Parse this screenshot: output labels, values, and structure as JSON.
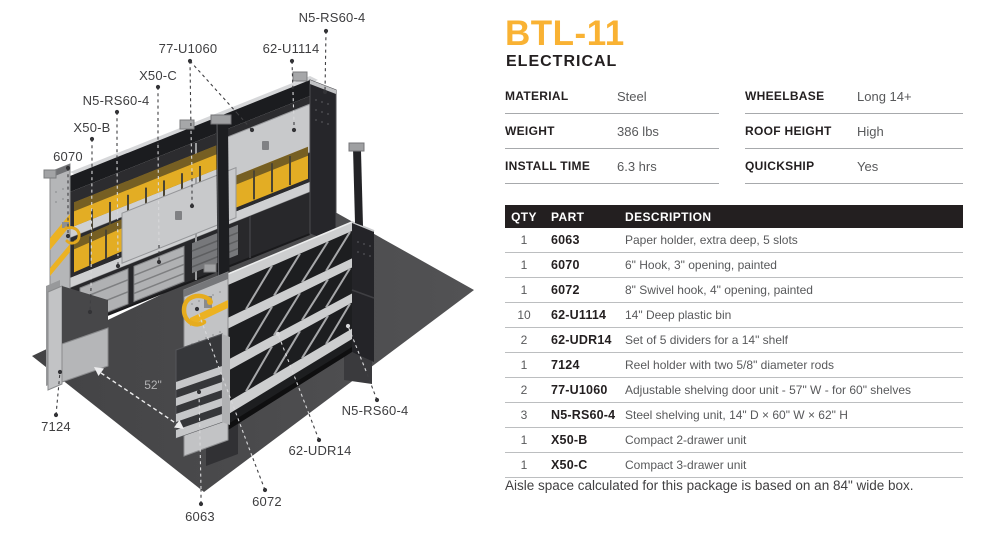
{
  "product": {
    "code": "BTL-11",
    "category": "ELECTRICAL"
  },
  "specs": [
    {
      "label": "MATERIAL",
      "value": "Steel"
    },
    {
      "label": "WHEELBASE",
      "value": "Long 14+"
    },
    {
      "label": "WEIGHT",
      "value": "386 lbs"
    },
    {
      "label": "ROOF HEIGHT",
      "value": "High"
    },
    {
      "label": "INSTALL TIME",
      "value": "6.3 hrs"
    },
    {
      "label": "QUICKSHIP",
      "value": "Yes"
    }
  ],
  "parts_table": {
    "headers": {
      "qty": "QTY",
      "part": "PART",
      "description": "DESCRIPTION"
    },
    "rows": [
      {
        "qty": "1",
        "part": "6063",
        "description": "Paper holder, extra deep, 5 slots"
      },
      {
        "qty": "1",
        "part": "6070",
        "description": "6\" Hook, 3\" opening, painted"
      },
      {
        "qty": "1",
        "part": "6072",
        "description": "8\" Swivel hook, 4\" opening, painted"
      },
      {
        "qty": "10",
        "part": "62-U1114",
        "description": "14\" Deep plastic bin"
      },
      {
        "qty": "2",
        "part": "62-UDR14",
        "description": "Set of 5 dividers for a 14\" shelf"
      },
      {
        "qty": "1",
        "part": "7124",
        "description": "Reel holder with two 5/8\" diameter rods"
      },
      {
        "qty": "2",
        "part": "77-U1060",
        "description": "Adjustable shelving door unit - 57\" W - for 60\" shelves"
      },
      {
        "qty": "3",
        "part": "N5-RS60-4",
        "description": "Steel shelving unit, 14\" D × 60\" W × 62\" H"
      },
      {
        "qty": "1",
        "part": "X50-B",
        "description": "Compact 2-drawer unit"
      },
      {
        "qty": "1",
        "part": "X50-C",
        "description": "Compact 3-drawer unit"
      }
    ]
  },
  "footnote": "Aisle space calculated for this package is based on an 84\" wide box.",
  "diagram": {
    "labels": [
      "N5-RS60-4",
      "62-U1114",
      "77-U1060",
      "X50-C",
      "N5-RS60-4",
      "X50-B",
      "6070",
      "7124",
      "N5-RS60-4",
      "62-UDR14",
      "6072",
      "6063"
    ],
    "dimension": "52\"",
    "colors": {
      "accent": "#F9B233",
      "bin_yellow": "#E3AD24",
      "mat_gray": "#4A4A4C",
      "ink": "#231F20",
      "text_gray": "#58595B"
    }
  }
}
